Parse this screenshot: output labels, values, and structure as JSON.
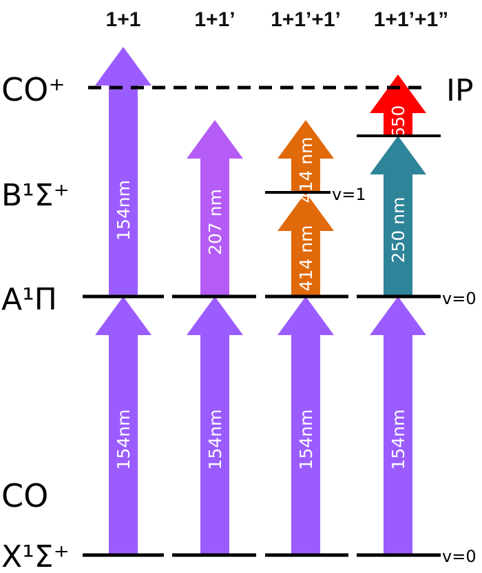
{
  "columns": [
    {
      "header": "1+1"
    },
    {
      "header": "1+1’"
    },
    {
      "header": "1+1’+1’"
    },
    {
      "header": "1+1’+1”"
    }
  ],
  "left_labels": {
    "ion": "CO⁺",
    "b_state": "B¹Σ⁺",
    "a_state": "A¹Π",
    "molecule": "CO",
    "x_state": "X¹Σ⁺"
  },
  "right_labels": {
    "ip": "IP",
    "v1": "v=1",
    "v0_a": "v=0",
    "v0_x": "v=0"
  },
  "arrows": [
    {
      "column": 0,
      "from": "X",
      "to": "A",
      "label": "154nm",
      "color": "#9b5cff"
    },
    {
      "column": 0,
      "from": "A",
      "to": "above_IP",
      "label": "154nm",
      "color": "#9b5cff"
    },
    {
      "column": 1,
      "from": "X",
      "to": "A",
      "label": "154nm",
      "color": "#9b5cff"
    },
    {
      "column": 1,
      "from": "A",
      "to": "IP",
      "label": "207 nm",
      "color": "#b45cf5"
    },
    {
      "column": 2,
      "from": "X",
      "to": "A",
      "label": "154nm",
      "color": "#9b5cff"
    },
    {
      "column": 2,
      "from": "A",
      "to": "B_v1",
      "label": "414 nm",
      "color": "#e0690a"
    },
    {
      "column": 2,
      "from": "B_v1",
      "to": "IP",
      "label": "414 nm",
      "color": "#e0690a"
    },
    {
      "column": 3,
      "from": "X",
      "to": "A",
      "label": "154nm",
      "color": "#9b5cff"
    },
    {
      "column": 3,
      "from": "A",
      "to": "intermediate",
      "label": "250 nm",
      "color": "#2e8499"
    },
    {
      "column": 3,
      "from": "intermediate",
      "to": "above_IP",
      "label": "650",
      "color": "#ff0000"
    }
  ]
}
